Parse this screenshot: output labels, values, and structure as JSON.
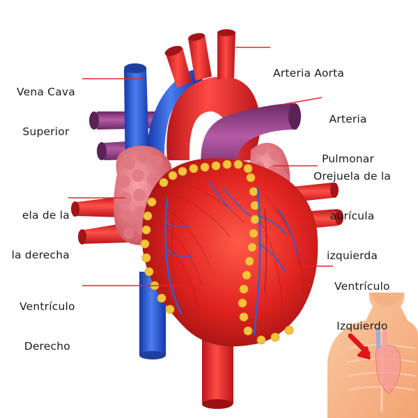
{
  "labels": {
    "vena_cava": {
      "line1": "Vena Cava",
      "line2": "Superior"
    },
    "aorta": {
      "line1": "Arteria Aorta"
    },
    "pulmonar": {
      "line1": "Arteria",
      "line2": "Pulmonar"
    },
    "orejuela_izq": {
      "line1": "Orejuela de la",
      "line2": "aurícula",
      "line3": "izquierda"
    },
    "orejuela_der": {
      "line1": "ela de la",
      "line2": "la derecha"
    },
    "ventriculo_der": {
      "line1": "Ventrículo",
      "line2": "Derecho"
    },
    "ventriculo_izq": {
      "line1": "Ventrículo",
      "line2": "Izquierdo"
    }
  },
  "colors": {
    "leader_line": "#e3242b",
    "artery_red": "#e02a2a",
    "vein_blue": "#2a5fd8",
    "pulmonary_purple": "#9a3d8a",
    "fat_yellow": "#f2c53d",
    "auricle_pink": "#e87b86",
    "body_skin": "#f7b48a"
  },
  "icons": [
    "heart-illustration",
    "torso-inset",
    "pointer-arrow-icon"
  ]
}
